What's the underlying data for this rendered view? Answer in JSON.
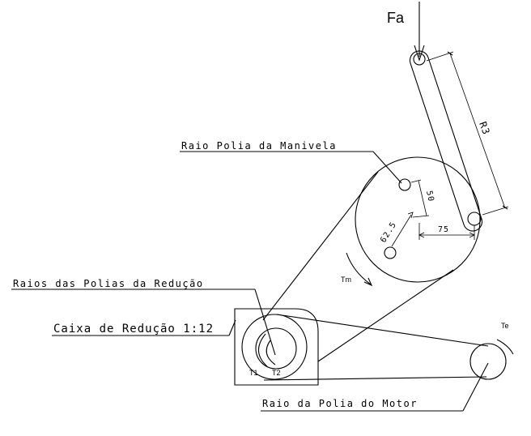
{
  "labels": {
    "force": "Fa",
    "crank_radius": "R3",
    "crank_pulley_radius": "Raio Polia da Manivela",
    "reduction_pulleys_radii": "Raios das Polias da Redução",
    "reduction_box": "Caixa de Redução 1:12",
    "motor_pulley_radius": "Raio da Polia do Motor"
  },
  "dimensions": {
    "d50": "50",
    "d62_5": "62.5",
    "d75": "75"
  },
  "torques": {
    "tm": "Tm",
    "te": "Te",
    "t1": "T1",
    "t2": "T2"
  }
}
